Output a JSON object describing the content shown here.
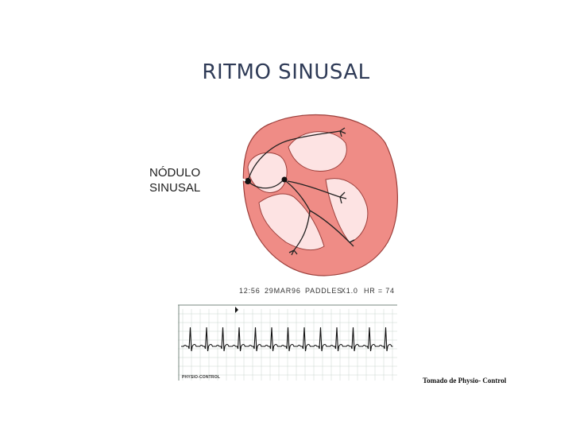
{
  "slide": {
    "title": "RITMO SINUSAL"
  },
  "diagram": {
    "node_label_line1": "NÓDULO",
    "node_label_line2": "SINUSAL"
  },
  "ecg": {
    "time": "12:56",
    "date": "29MAR96",
    "lead": "PADDLES",
    "gain": "X1.0",
    "heart_rate": "HR = 74",
    "brand": "PHYSIO-CONTROL"
  },
  "credit": "Tomado de Physio- Control",
  "colors": {
    "heart_wall": "#ef8c86",
    "heart_outline": "#9c3f3b",
    "chamber": "#fde3e3",
    "conduction": "#222222",
    "grid": "#c9d6cf",
    "title": "#2f3b57"
  }
}
